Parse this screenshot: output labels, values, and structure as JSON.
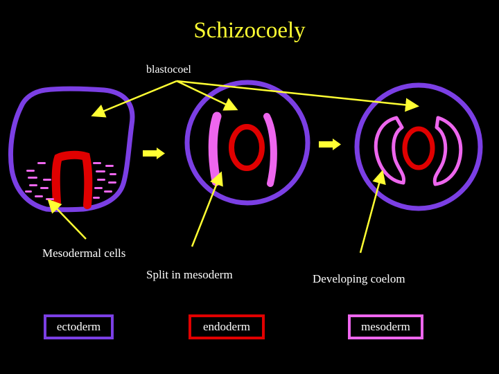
{
  "title": "Schizocoely",
  "labels": {
    "blastocoel": "blastocoel",
    "mesodermal_cells": "Mesodermal cells",
    "split_in_mesoderm": "Split in mesoderm",
    "developing_coelom": "Developing coelom"
  },
  "legend": [
    {
      "label": "ectoderm",
      "color": "#7B3FE4"
    },
    {
      "label": "endoderm",
      "color": "#E00000"
    },
    {
      "label": "mesoderm",
      "color": "#EE66EE"
    }
  ],
  "colors": {
    "background": "#000000",
    "title": "#FFFF33",
    "arrow": "#FFFF33",
    "ectoderm": "#7B3FE4",
    "endoderm": "#E00000",
    "mesoderm": "#EE66EE",
    "label": "#FFFFFF"
  },
  "icons": [
    "stage-arrow-icon",
    "pointer-arrow-icon"
  ]
}
